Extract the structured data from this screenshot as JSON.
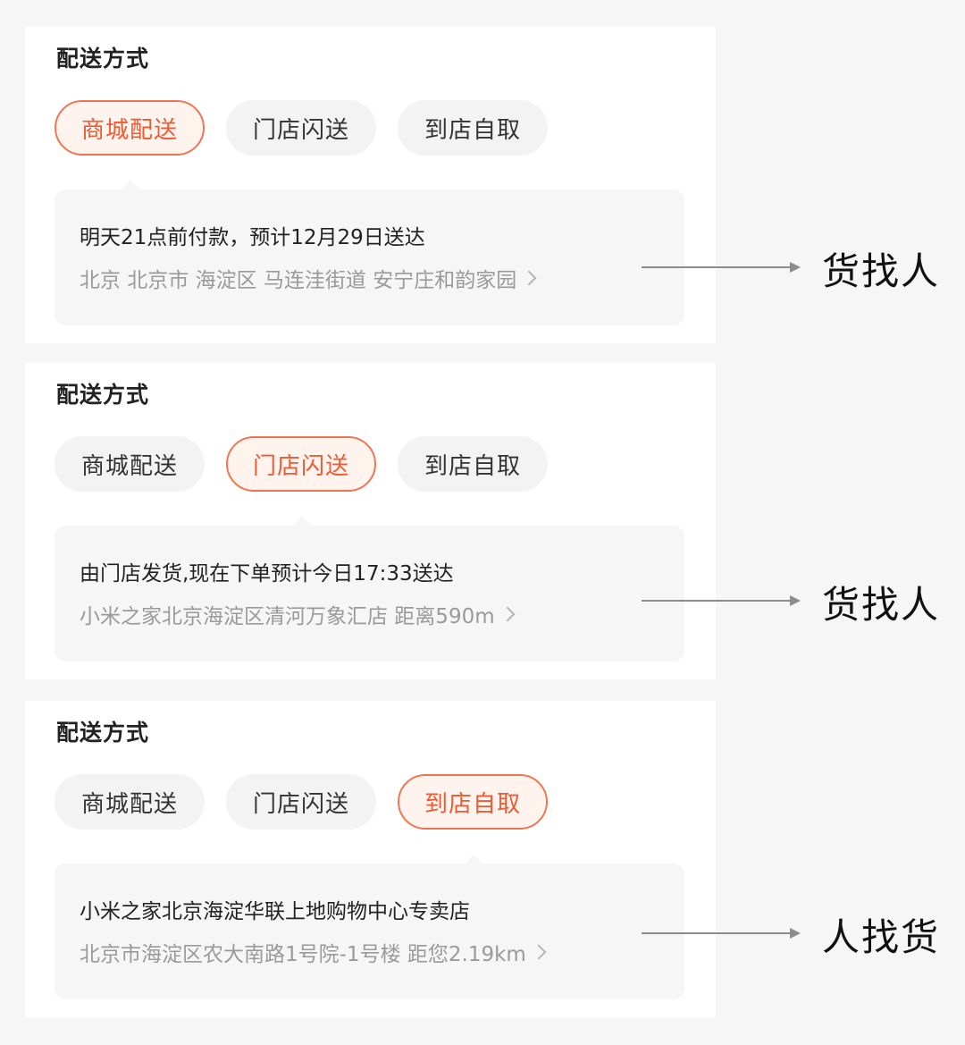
{
  "panels": [
    {
      "title": "配送方式",
      "options": [
        "商城配送",
        "门店闪送",
        "到店自取"
      ],
      "selected": 0,
      "info_main": "明天21点前付款，预计12月29日送达",
      "info_sub": "北京 北京市 海淀区 马连洼街道 安宁庄和韵家园",
      "annotation": "货找人"
    },
    {
      "title": "配送方式",
      "options": [
        "商城配送",
        "门店闪送",
        "到店自取"
      ],
      "selected": 1,
      "info_main": "由门店发货,现在下单预计今日17:33送达",
      "info_sub": "小米之家北京海淀区清河万象汇店 距离590m",
      "annotation": "货找人"
    },
    {
      "title": "配送方式",
      "options": [
        "商城配送",
        "门店闪送",
        "到店自取"
      ],
      "selected": 2,
      "info_main": "小米之家北京海淀华联上地购物中心专卖店",
      "info_sub": "北京市海淀区农大南路1号院-1号楼 距您2.19km",
      "annotation": "人找货"
    }
  ],
  "colors": {
    "accent": "#ef5a32",
    "accent_border": "#f07653",
    "accent_bg": "#fff3ee",
    "chip_bg": "#f3f3f3",
    "page_bg": "#f6f6f6"
  },
  "icons": [
    "chevron-right-icon",
    "arrow-right-icon"
  ]
}
